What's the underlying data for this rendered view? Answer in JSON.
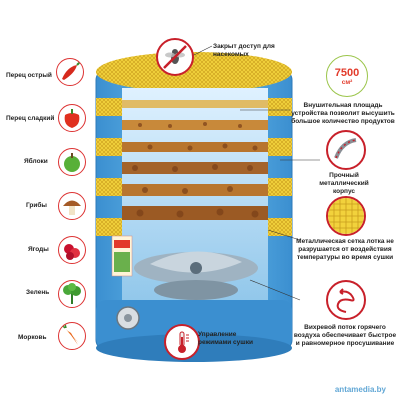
{
  "foods": [
    {
      "label": "Перец острый",
      "icon": "red-chili-pepper-icon"
    },
    {
      "label": "Перец сладкий",
      "icon": "bell-pepper-icon"
    },
    {
      "label": "Яблоки",
      "icon": "green-apple-icon"
    },
    {
      "label": "Грибы",
      "icon": "mushroom-icon"
    },
    {
      "label": "Ягоды",
      "icon": "berries-icon"
    },
    {
      "label": "Зелень",
      "icon": "greens-icon"
    },
    {
      "label": "Морковь",
      "icon": "carrot-icon"
    }
  ],
  "top_note": "Закрыт доступ для насекомых",
  "area_badge": {
    "value": "7500",
    "unit": "см²"
  },
  "features": [
    {
      "text": "Внушительная площадь устройства позволит высушить большое количество продуктов",
      "icon": "area-icon"
    },
    {
      "text": "Прочный металлический корпус",
      "icon": "metal-case-icon"
    },
    {
      "text": "Металлическая сетка лотка не разрушается от воздействия температуры во время сушки",
      "icon": "mesh-icon"
    },
    {
      "text": "Вихревой поток горячего воздуха обеспечивает быстрое и равномерное просушивание",
      "icon": "vortex-icon"
    }
  ],
  "bottom_note": "Управление режимами сушки",
  "watermark": "antamedia.by",
  "colors": {
    "body_blue": "#4fa6e0",
    "ring_yellow": "#f2d23c",
    "accent_red": "#c8202a",
    "tray_brown": "#b8752e"
  }
}
